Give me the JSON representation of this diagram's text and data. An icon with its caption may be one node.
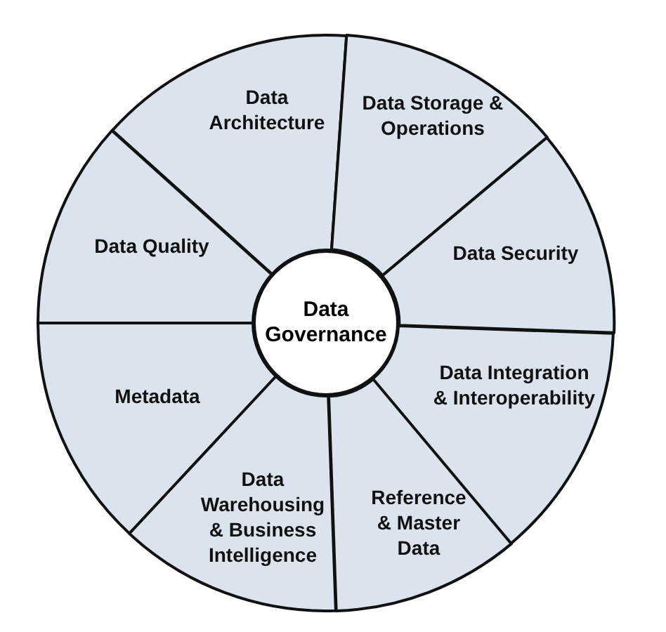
{
  "diagram": {
    "nodes": [
      {
        "text": [
          "Data Architecture"
        ]
      },
      {
        "text": [
          "Data Storage & Operations"
        ]
      },
      {
        "text": [
          "Data Quality"
        ]
      },
      {
        "text": [
          "Data Security"
        ]
      },
      {
        "text": [
          "Data Governance"
        ]
      },
      {
        "text": [
          "Data Integration & Interoperability"
        ]
      },
      {
        "text": [
          "Metadata"
        ]
      },
      {
        "text": [
          "Data Warehousing & Business Intelligence"
        ]
      },
      {
        "text": [
          "Reference & Master Data"
        ]
      }
    ]
  }
}
